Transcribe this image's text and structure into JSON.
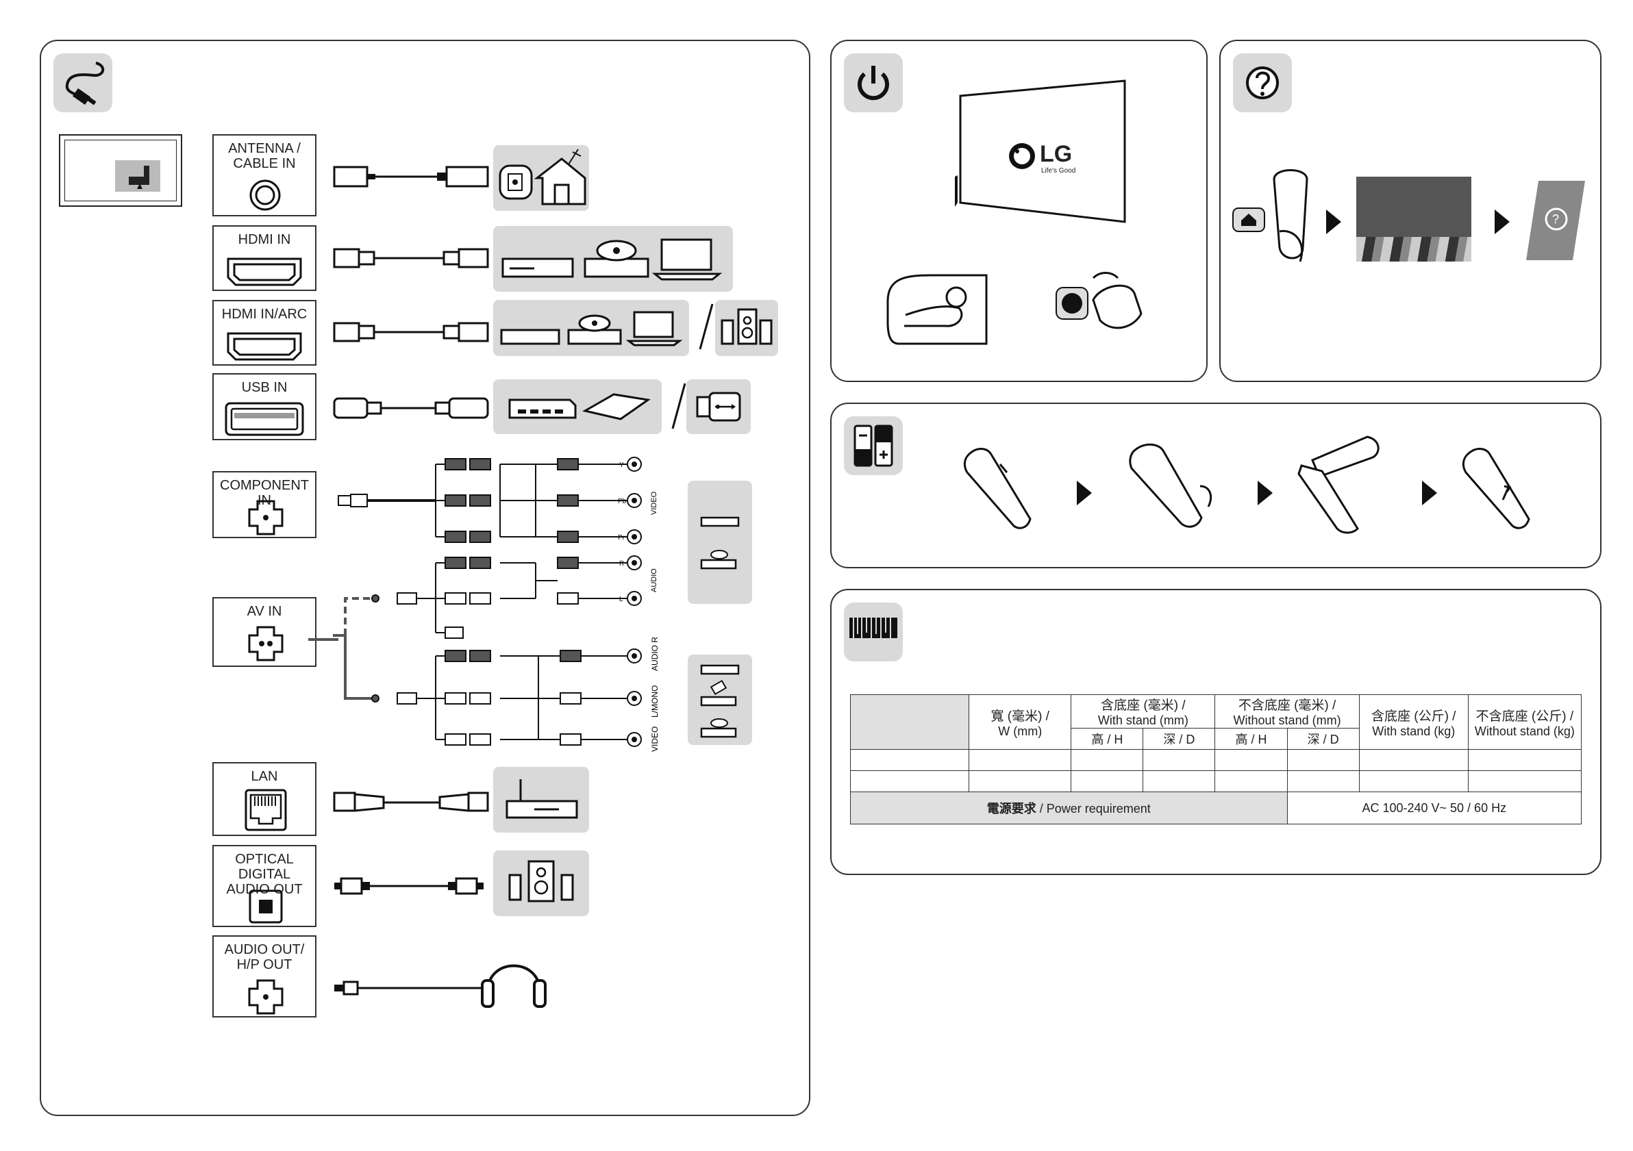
{
  "logo": {
    "brand": "LG",
    "tagline": "Life's Good"
  },
  "connections": {
    "antenna": "ANTENNA /\nCABLE IN",
    "hdmi": "HDMI IN",
    "hdmi_arc": "HDMI IN/ARC",
    "usb": "USB IN",
    "component": "COMPONENT IN",
    "av": "AV IN",
    "lan": "LAN",
    "optical": "OPTICAL DIGITAL\nAUDIO OUT",
    "audio_out": "AUDIO OUT/\nH/P OUT"
  },
  "component_labels": {
    "y": "Y",
    "pb": "Pb",
    "pr": "Pr",
    "r": "R",
    "l": "L",
    "video": "VIDEO",
    "audio": "AUDIO"
  },
  "av_labels": {
    "audio_r": "AUDIO R",
    "audio_l": "L/MONO",
    "video": "VIDEO"
  },
  "spec_table": {
    "width_header": "寬 (毫米) /",
    "width_header_en": "W (mm)",
    "with_stand_mm": "含底座 (毫米) /",
    "with_stand_mm_en": "With stand (mm)",
    "without_stand_mm": "不含底座 (毫米) /",
    "without_stand_mm_en": "Without stand (mm)",
    "height": "高 / H",
    "depth": "深 / D",
    "with_stand_kg": "含底座 (公斤) /",
    "with_stand_kg_en": "With stand (kg)",
    "without_stand_kg": "不含底座 (公斤) /",
    "without_stand_kg_en": "Without stand (kg)",
    "power_label_cn": "電源要求",
    "power_label_en": " / Power requirement",
    "power_value": "AC 100-240 V~ 50 / 60 Hz"
  },
  "colors": {
    "tile": "#d9d9d9",
    "line": "#333333"
  }
}
